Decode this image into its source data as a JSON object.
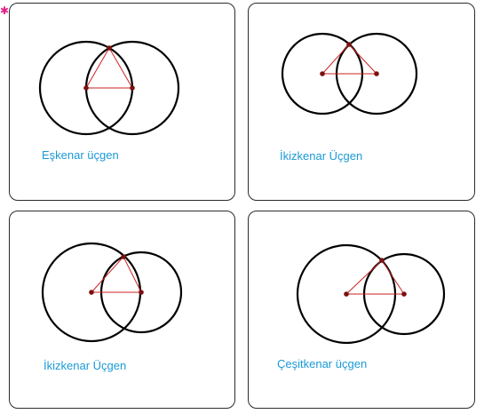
{
  "colors": {
    "circle": "#000000",
    "triangle": "#cc2222",
    "point": "#7a1010",
    "caption": "#1a9ad6",
    "corner_mark": "#e0208a"
  },
  "corner_mark_icon": "asterisk-icon",
  "panels": [
    {
      "caption": "Eşkenar üçgen"
    },
    {
      "caption": "İkizkenar Üçgen"
    },
    {
      "caption": "İkizkenar Üçgen"
    },
    {
      "caption": "Çeşitkenar üçgen"
    }
  ]
}
